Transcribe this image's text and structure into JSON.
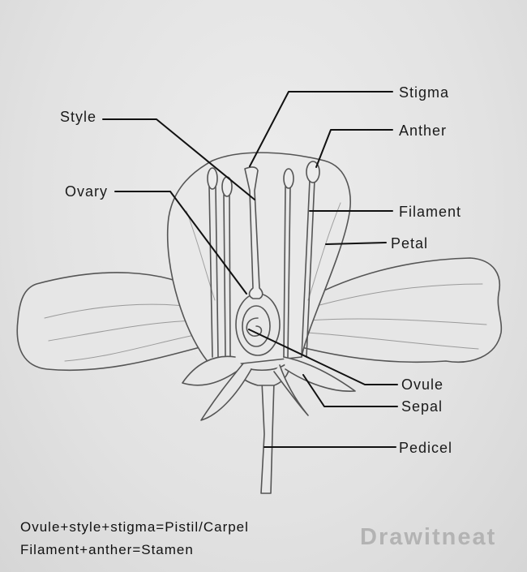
{
  "labels": {
    "stigma": "Stigma",
    "style": "Style",
    "anther": "Anther",
    "ovary": "Ovary",
    "filament": "Filament",
    "petal": "Petal",
    "ovule": "Ovule",
    "sepal": "Sepal",
    "pedicel": "Pedicel"
  },
  "formulas": {
    "pistil": "Ovule+style+stigma=Pistil/Carpel",
    "stamen": "Filament+anther=Stamen"
  },
  "watermark": "Drawitneat"
}
